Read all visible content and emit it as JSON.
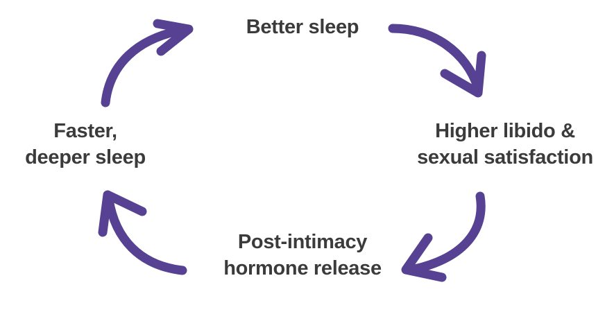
{
  "diagram": {
    "type": "cycle",
    "direction": "clockwise",
    "background_color": "#ffffff",
    "arrow_color": "#574192",
    "text_color": "#3b3b3b",
    "nodes": [
      {
        "id": "top",
        "label": "Better sleep"
      },
      {
        "id": "right",
        "label": "Higher libido &\nsexual satisfaction"
      },
      {
        "id": "bottom",
        "label": "Post-intimacy\nhormone release"
      },
      {
        "id": "left",
        "label": "Faster,\ndeeper sleep"
      }
    ],
    "arrows": [
      {
        "id": "top-right",
        "from": "top",
        "to": "right",
        "name": "arrow-top-right"
      },
      {
        "id": "bottom-right",
        "from": "right",
        "to": "bottom",
        "name": "arrow-bottom-right"
      },
      {
        "id": "bottom-left",
        "from": "bottom",
        "to": "left",
        "name": "arrow-bottom-left"
      },
      {
        "id": "top-left",
        "from": "left",
        "to": "top",
        "name": "arrow-top-left"
      }
    ]
  }
}
